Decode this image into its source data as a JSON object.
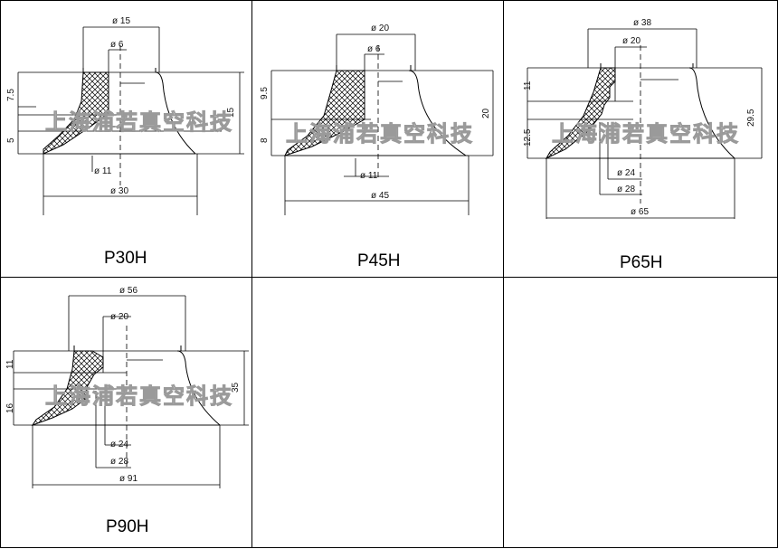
{
  "panels": [
    {
      "title": "P30H",
      "dims": {
        "d_top": "ø 15",
        "d_inner": "ø 6",
        "d_mid": "ø 11",
        "d_bottom": "ø 30",
        "h_top": "7.5",
        "h_bottom": "5",
        "h_total": "15"
      }
    },
    {
      "title": "P45H",
      "dims": {
        "d_top": "ø 20",
        "d_inner": "ø 6",
        "d_mid": "ø 11",
        "d_bottom": "ø 45",
        "h_top": "9.5",
        "h_bottom": "8",
        "h_total": "20"
      }
    },
    {
      "title": "P65H",
      "dims": {
        "d_top": "ø 38",
        "d_inner": "ø 20",
        "d_mid1": "ø 24",
        "d_mid2": "ø 28",
        "d_bottom": "ø 65",
        "h_top": "11",
        "h_bottom": "12.5",
        "h_total": "29.5"
      }
    },
    {
      "title": "P90H",
      "dims": {
        "d_top": "ø 56",
        "d_inner": "ø 20",
        "d_mid1": "ø 24",
        "d_mid2": "ø 28",
        "d_bottom": "ø 91",
        "h_top": "11",
        "h_bottom": "16",
        "h_total": "35"
      }
    }
  ],
  "watermark": "上海浦若真空科技"
}
